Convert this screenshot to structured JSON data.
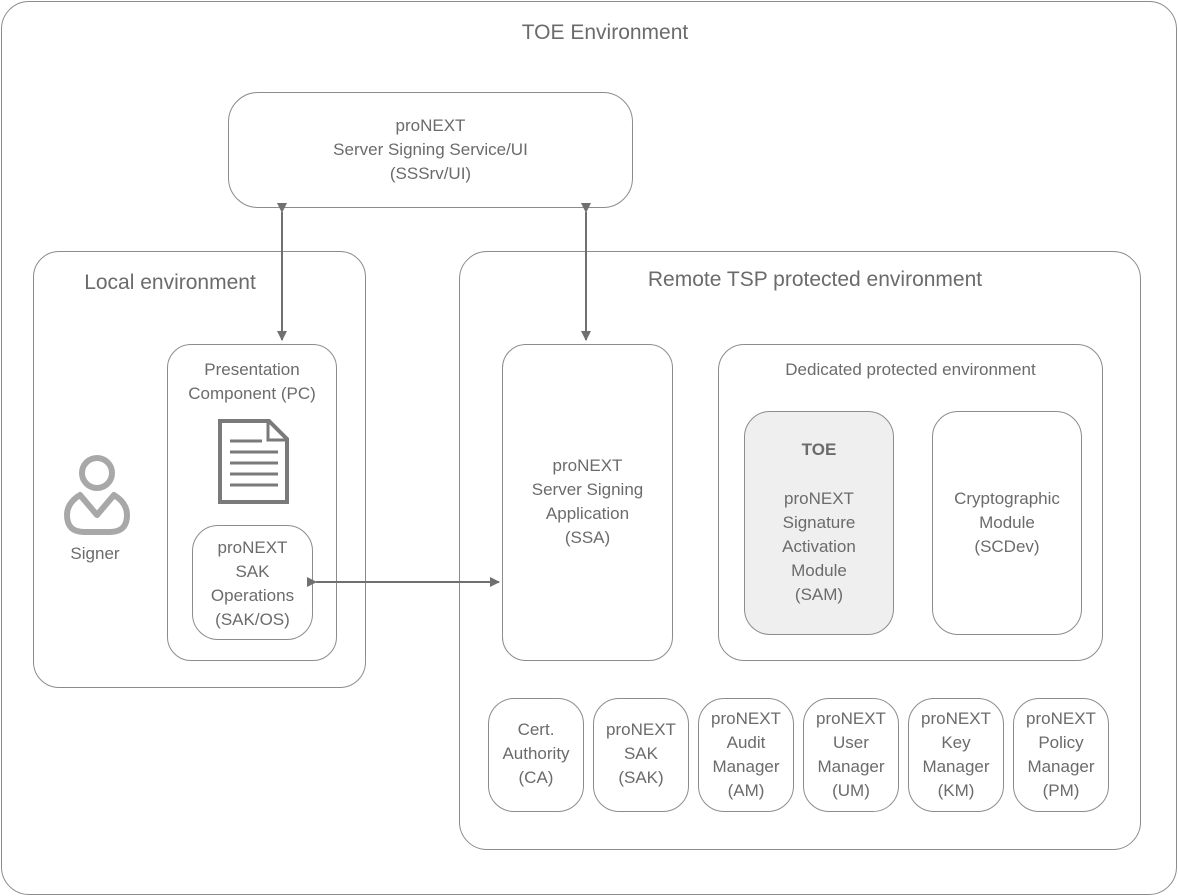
{
  "toe_environment": {
    "title": "TOE Environment"
  },
  "ssrv": {
    "label": "proNEXT\nServer Signing Service/UI\n(SSSrv/UI)"
  },
  "local_env": {
    "title": "Local environment",
    "signer_label": "Signer",
    "pc": {
      "label": "Presentation\nComponent (PC)"
    },
    "sak_os": {
      "label": "proNEXT\nSAK\nOperations\n(SAK/OS)"
    }
  },
  "remote_env": {
    "title": "Remote TSP protected environment",
    "ssa": {
      "label": "proNEXT\nServer Signing\nApplication\n(SSA)"
    },
    "dedicated": {
      "title": "Dedicated protected environment",
      "toe": {
        "heading": "TOE",
        "label": "proNEXT\nSignature\nActivation\nModule\n(SAM)"
      },
      "crypto": {
        "label": "Cryptographic\nModule\n(SCDev)"
      }
    },
    "modules": [
      {
        "label": "Cert.\nAuthority\n(CA)"
      },
      {
        "label": "proNEXT\nSAK\n(SAK)"
      },
      {
        "label": "proNEXT\nAudit\nManager\n(AM)"
      },
      {
        "label": "proNEXT\nUser\nManager\n(UM)"
      },
      {
        "label": "proNEXT\nKey\nManager\n(KM)"
      },
      {
        "label": "proNEXT\nPolicy\nManager\n(PM)"
      }
    ]
  },
  "icons": {
    "person": "person-icon",
    "document": "document-icon"
  },
  "colors": {
    "border": "#8c8c8c",
    "toe_fill": "#efefef",
    "text": "#6b6b6b",
    "arrow": "#707070"
  }
}
